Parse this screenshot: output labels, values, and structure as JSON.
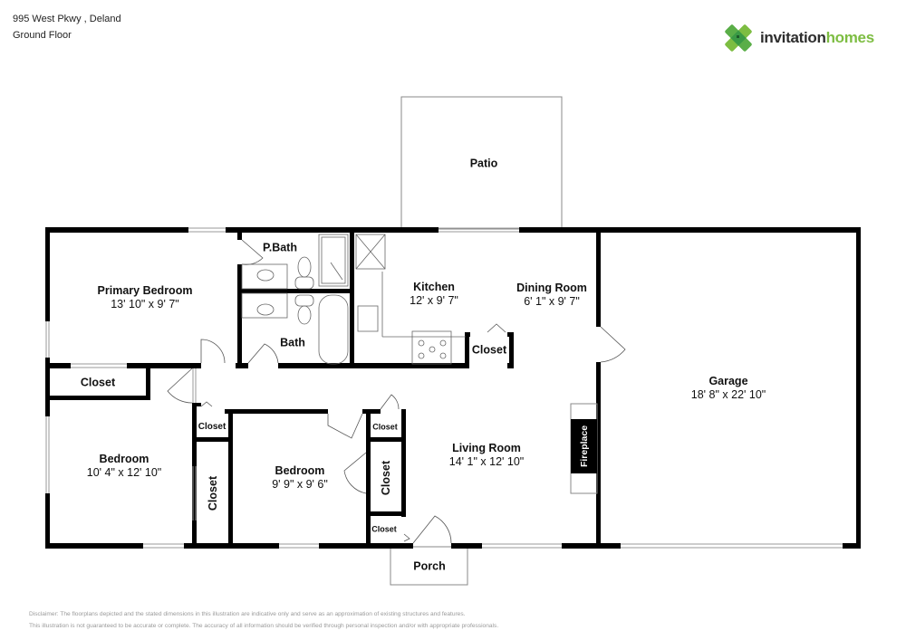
{
  "header": {
    "address": "995 West Pkwy , Deland",
    "floor": "Ground Floor"
  },
  "brand": {
    "name_part1": "invitation",
    "name_part2": "homes",
    "logo_icon": "clover-logo-icon",
    "colors": {
      "dark": "#2d2d2d",
      "green": "#7dbd42",
      "green_dark": "#3a9a45"
    }
  },
  "rooms": {
    "patio": {
      "name": "Patio"
    },
    "primary_bedroom": {
      "name": "Primary Bedroom",
      "dims": "13' 10\" x 9' 7\""
    },
    "p_bath": {
      "name": "P.Bath"
    },
    "bath": {
      "name": "Bath"
    },
    "kitchen": {
      "name": "Kitchen",
      "dims": "12' x 9' 7\""
    },
    "dining_room": {
      "name": "Dining Room",
      "dims": "6' 1\" x 9' 7\""
    },
    "dining_closet": {
      "name": "Closet"
    },
    "garage": {
      "name": "Garage",
      "dims": "18' 8\" x 22' 10\""
    },
    "primary_closet": {
      "name": "Closet"
    },
    "bedroom_1": {
      "name": "Bedroom",
      "dims": "10' 4\" x 12' 10\""
    },
    "hall_closet_small": {
      "name": "Closet"
    },
    "hall_closet_tall": {
      "name": "Closet"
    },
    "bedroom_2": {
      "name": "Bedroom",
      "dims": "9' 9\" x 9' 6\""
    },
    "closet_upper_right": {
      "name": "Closet"
    },
    "closet_vertical_right": {
      "name": "Closet"
    },
    "closet_entry": {
      "name": "Closet"
    },
    "living_room": {
      "name": "Living Room",
      "dims": "14' 1\" x 12' 10\""
    },
    "fireplace": {
      "name": "Fireplace"
    },
    "porch": {
      "name": "Porch"
    }
  },
  "disclaimer": {
    "line1": "Disclaimer: The floorplans depicted and the stated dimensions in this illustration are indicative only and serve as an approximation of existing structures and features.",
    "line2": "This illustration is not guaranteed to be accurate or complete. The accuracy of all information should be verified through personal inspection and/or with appropriate professionals."
  }
}
